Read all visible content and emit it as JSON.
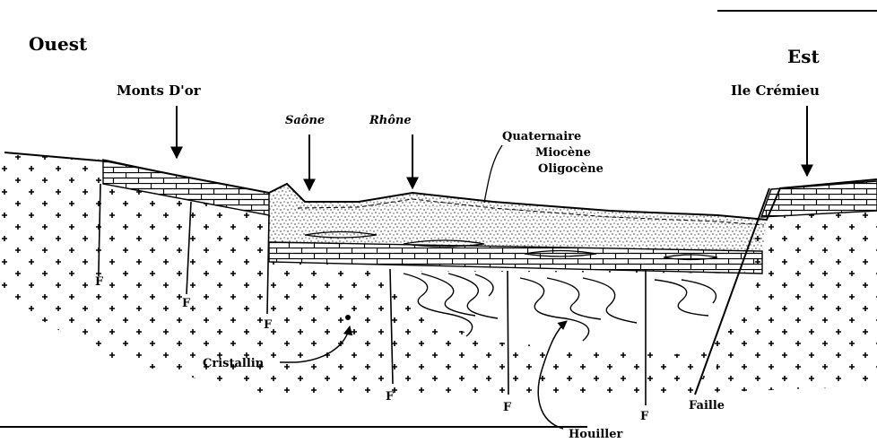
{
  "labels": {
    "west": "Ouest",
    "east": "Est",
    "monts_dor": "Monts D'or",
    "ile_cremieu": "Ile Crémieu",
    "saone": "Saône",
    "rhone": "Rhône",
    "quaternaire": "Quaternaire",
    "miocene": "Miocène",
    "oligocene": "Oligocène",
    "cristallin": "Cristallin",
    "faille": "Faille",
    "houiller": "Houiller"
  },
  "fault_labels": [
    "F",
    "F",
    "F",
    "F",
    "F",
    "F"
  ],
  "colors": {
    "ink": "#000000",
    "background": "#ffffff"
  }
}
